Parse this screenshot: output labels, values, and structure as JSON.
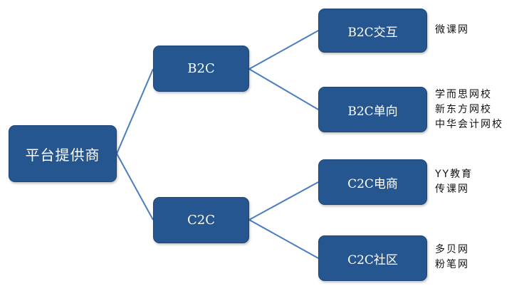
{
  "root": {
    "label": "平台提供商"
  },
  "level1": [
    {
      "label": "B2C"
    },
    {
      "label": "C2C"
    }
  ],
  "level2": [
    {
      "label": "B2C交互",
      "examples": [
        "微课网"
      ]
    },
    {
      "label": "B2C单向",
      "examples": [
        "学而思网校",
        "新东方网校",
        "中华会计网校"
      ]
    },
    {
      "label": "C2C电商",
      "examples": [
        "YY教育",
        "传课网"
      ]
    },
    {
      "label": "C2C社区",
      "examples": [
        "多贝网",
        "粉笔网"
      ]
    }
  ],
  "colors": {
    "node_fill": "#26568f",
    "connector": "#4a7ec0",
    "node_text": "#ffffff"
  }
}
